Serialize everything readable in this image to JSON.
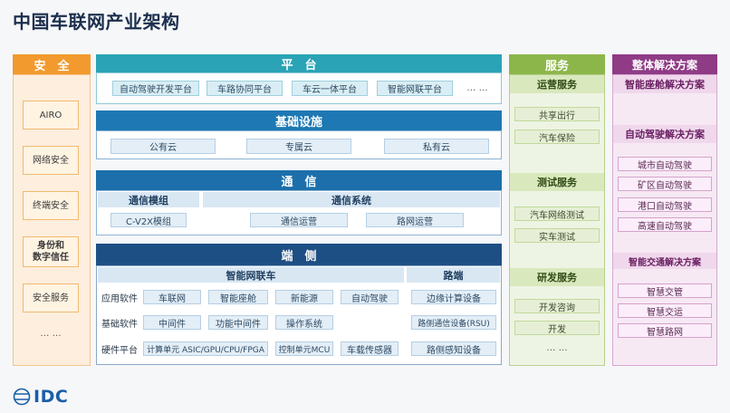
{
  "title": "中国车联网产业架构",
  "security": {
    "header": "安　全",
    "items": [
      "AIRO",
      "网络安全",
      "终端安全",
      "身份和\n数字信任",
      "安全服务",
      "… …"
    ]
  },
  "platform": {
    "header": "平　台",
    "items": [
      "自动驾驶开发平台",
      "车路协同平台",
      "车云一体平台",
      "智能网联平台",
      "… …"
    ]
  },
  "infrastructure": {
    "header": "基础设施",
    "items": [
      "公有云",
      "专属云",
      "私有云"
    ]
  },
  "communication": {
    "header": "通　信",
    "module_label": "通信模组",
    "module_item": "C-V2X模组",
    "system_label": "通信系统",
    "system_items": [
      "通信运营",
      "路网运营"
    ]
  },
  "edge": {
    "header": "端　侧",
    "vehicle_label": "智能网联车",
    "road_label": "路端",
    "rows": [
      {
        "label": "应用软件",
        "items": [
          "车联网",
          "智能座舱",
          "新能源",
          "自动驾驶"
        ],
        "road": "边缘计算设备"
      },
      {
        "label": "基础软件",
        "items": [
          "中间件",
          "功能中间件",
          "操作系统"
        ],
        "road": "路侧通信设备(RSU)"
      },
      {
        "label": "硬件平台",
        "items": [
          "计算单元 ASIC/GPU/CPU/FPGA",
          "控制单元MCU",
          "车载传感器"
        ],
        "road": "路侧感知设备"
      }
    ]
  },
  "services": {
    "header": "服务",
    "groups": [
      {
        "title": "运营服务",
        "items": [
          "共享出行",
          "汽车保险"
        ]
      },
      {
        "title": "测试服务",
        "items": [
          "汽车网络测试",
          "实车测试"
        ]
      },
      {
        "title": "研发服务",
        "items": [
          "开发咨询",
          "开发",
          "… …"
        ]
      }
    ]
  },
  "solutions": {
    "header": "整体解决方案",
    "cockpit": "智能座舱解决方案",
    "autonomous": {
      "title": "自动驾驶解决方案",
      "items": [
        "城市自动驾驶",
        "矿区自动驾驶",
        "港口自动驾驶",
        "高速自动驾驶"
      ]
    },
    "traffic": {
      "title": "智能交通解决方案",
      "items": [
        "智慧交管",
        "智慧交运",
        "智慧路网"
      ]
    }
  },
  "logo": {
    "text": "IDC"
  },
  "colors": {
    "teal": "#2aa3b6",
    "blue": "#1d78b3",
    "navy": "#1d4f84",
    "orange": "#f29a2e",
    "green": "#8db64a",
    "purple": "#8f3b86"
  }
}
